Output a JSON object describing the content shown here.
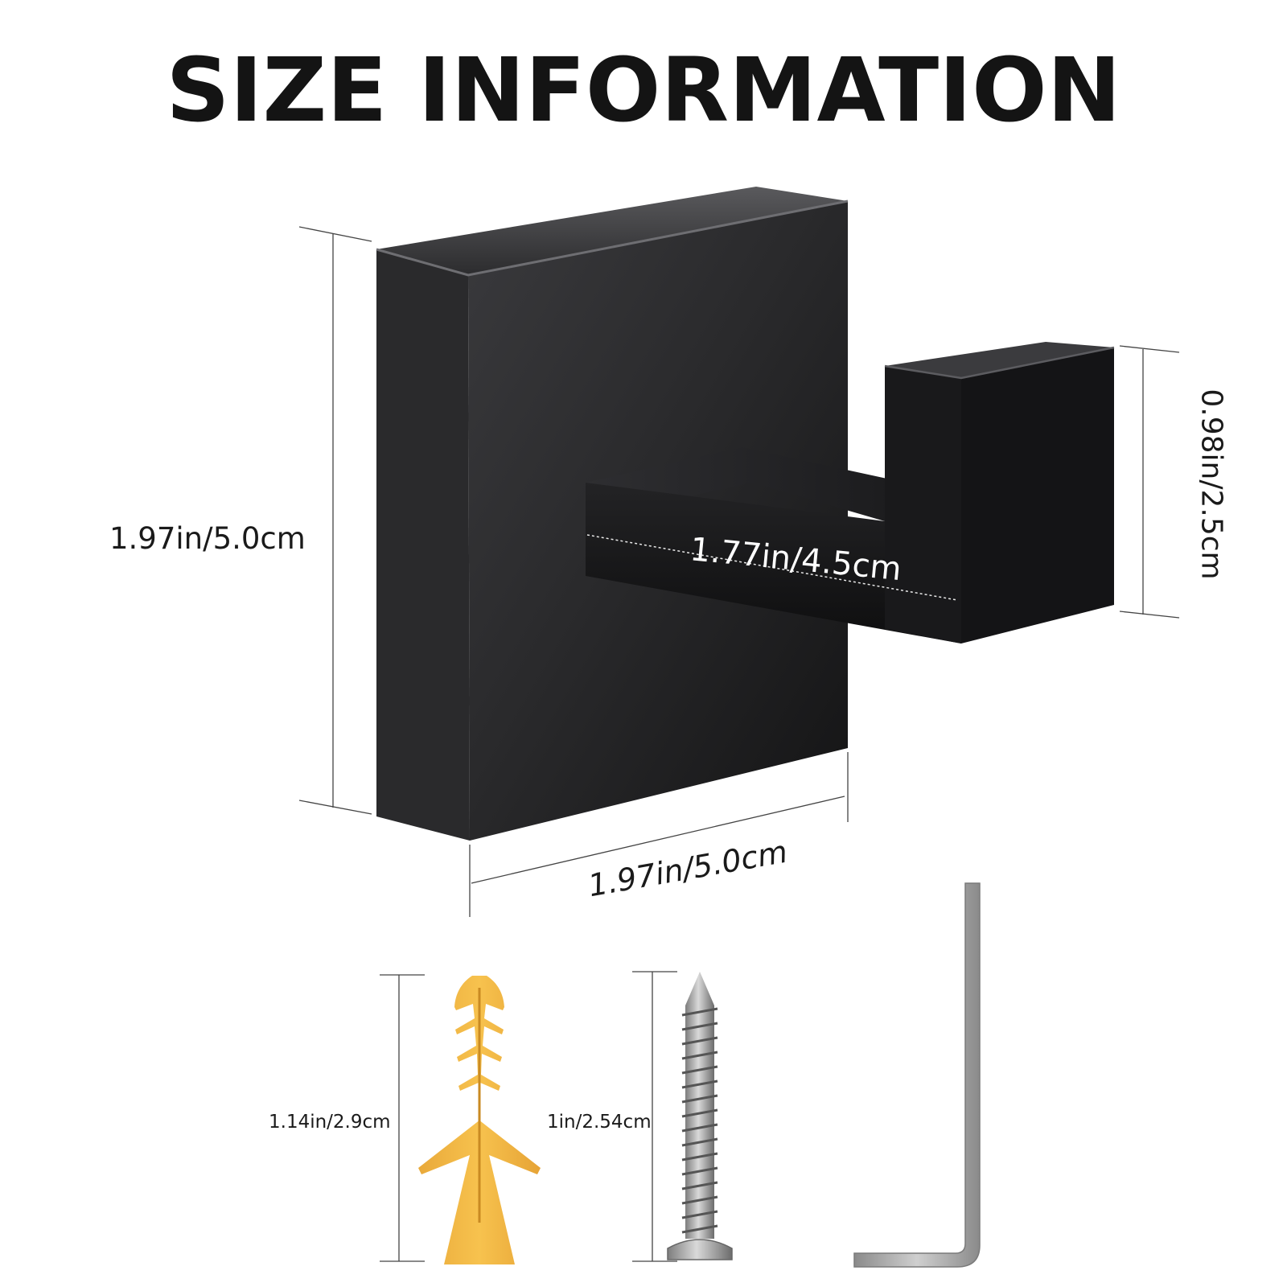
{
  "title": "SIZE INFORMATION",
  "dimensions": {
    "plate_height": "1.97in/5.0cm",
    "plate_width": "1.97in/5.0cm",
    "arm_depth": "1.77in/4.5cm",
    "hook_height": "0.98in/2.5cm",
    "anchor_length": "1.14in/2.9cm",
    "screw_length": "1in/2.54cm"
  },
  "colors": {
    "hook_black": "#1c1c1e",
    "anchor_yellow": "#f4b942",
    "steel": "#a8a8a8"
  },
  "icons": [
    "wall-hook-icon",
    "wall-anchor-icon",
    "screw-icon",
    "allen-key-icon"
  ]
}
